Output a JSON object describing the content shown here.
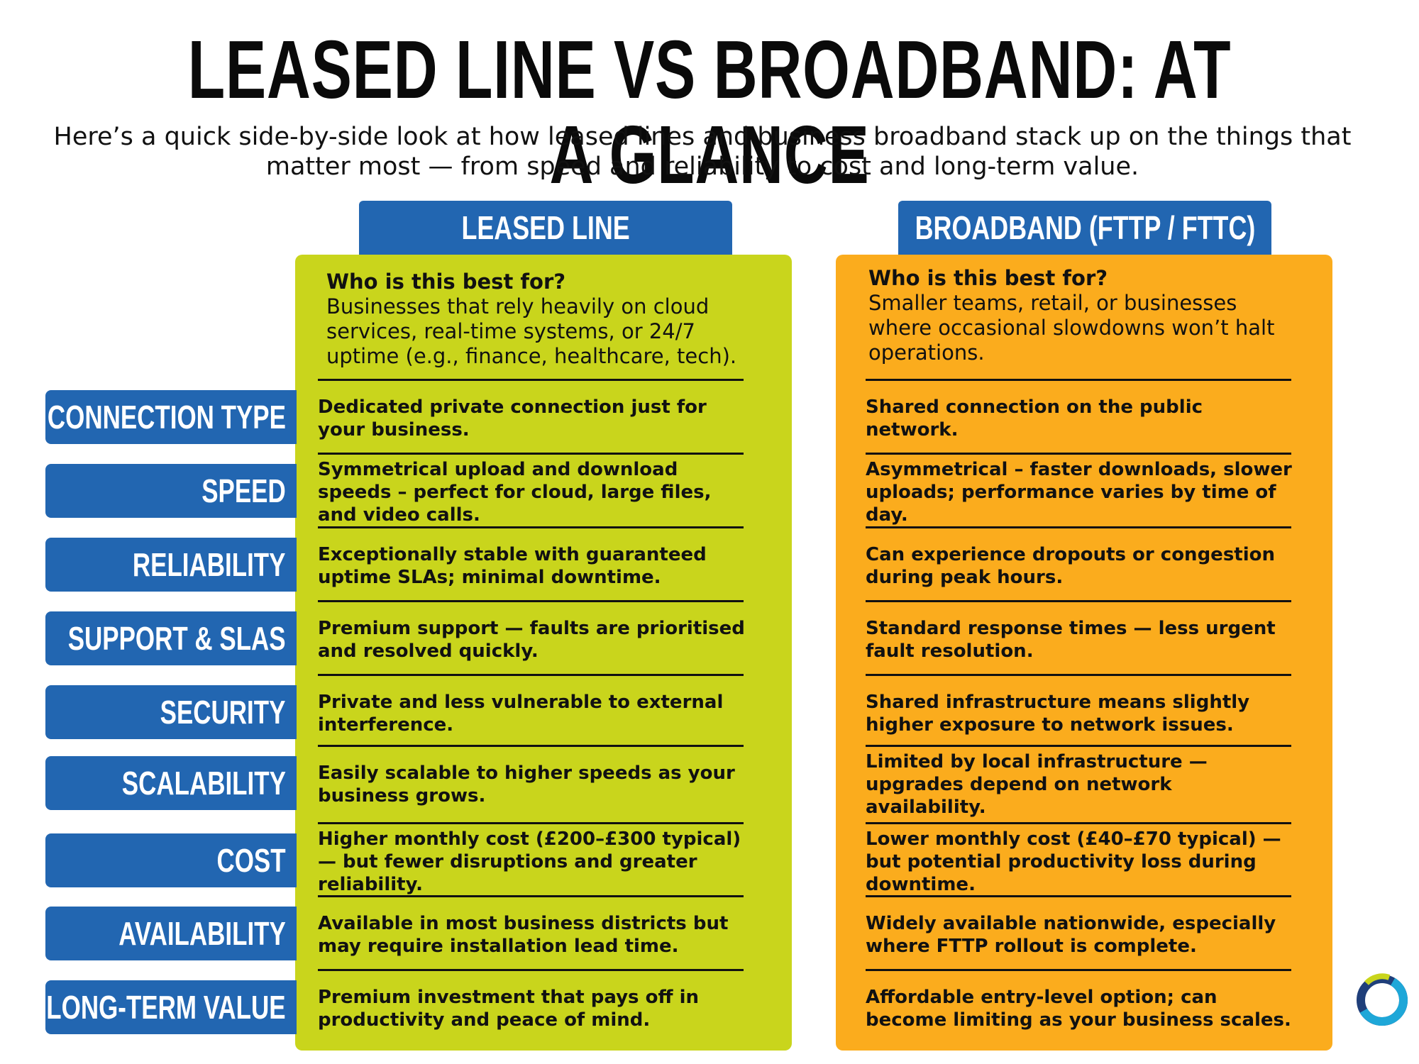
{
  "title": "LEASED LINE VS BROADBAND: AT A GLANCE",
  "subtitle": "Here’s a quick side-by-side look at how leased lines and business broadband stack up on the things that matter most — from speed and reliability to cost and long-term value.",
  "columns": {
    "leased": {
      "header": "LEASED LINE",
      "who_q": "Who is this best for?",
      "who_a": "Businesses that rely heavily on cloud services, real-time systems, or 24/7 uptime (e.g., finance, healthcare, tech)."
    },
    "broadband": {
      "header": "BROADBAND (FTTP / FTTC)",
      "who_q": "Who is this best for?",
      "who_a": "Smaller teams, retail, or businesses where occasional slowdowns won’t halt operations."
    }
  },
  "rows": [
    {
      "label": "CONNECTION TYPE",
      "leased": "Dedicated private connection just for your business.",
      "broadband": "Shared connection on the public network."
    },
    {
      "label": "SPEED",
      "leased": "Symmetrical upload and download speeds – perfect for cloud, large files, and video calls.",
      "broadband": "Asymmetrical – faster downloads, slower uploads; performance varies by time of day."
    },
    {
      "label": "RELIABILITY",
      "leased": "Exceptionally stable with guaranteed uptime SLAs; minimal downtime.",
      "broadband": "Can experience dropouts or congestion during peak hours."
    },
    {
      "label": "SUPPORT & SLAS",
      "leased": "Premium support — faults are prioritised and resolved quickly.",
      "broadband": "Standard response times — less urgent fault resolution."
    },
    {
      "label": "SECURITY",
      "leased": "Private and less vulnerable to external interference.",
      "broadband": "Shared infrastructure means slightly higher exposure to network issues."
    },
    {
      "label": "SCALABILITY",
      "leased": "Easily scalable to higher speeds as your business grows.",
      "broadband": "Limited by local infrastructure — upgrades depend on network availability."
    },
    {
      "label": "COST",
      "leased": "Higher monthly cost (£200–£300 typical) — but fewer disruptions and greater reliability.",
      "broadband": "Lower monthly cost (£40–£70 typical) — but potential productivity loss during downtime."
    },
    {
      "label": "AVAILABILITY",
      "leased": "Available in most business districts but may require installation lead time.",
      "broadband": "Widely available nationwide, especially where FTTP rollout is complete."
    },
    {
      "label": "LONG-TERM VALUE",
      "leased": "Premium investment that pays off in productivity and peace of mind.",
      "broadband": "Affordable entry-level option; can become limiting as your business scales."
    }
  ],
  "colors": {
    "blue": "#2266b1",
    "lime": "#c9d51c",
    "orange": "#fbac1d"
  },
  "icons": {
    "logo": "ring-logo-icon"
  }
}
